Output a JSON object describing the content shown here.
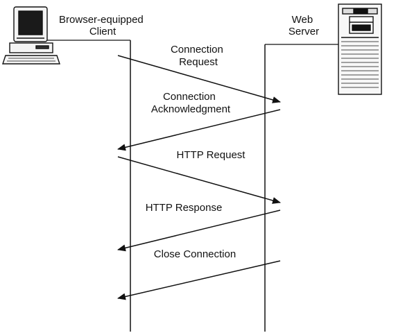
{
  "client": {
    "label_line1": "Browser-equipped",
    "label_line2": "Client",
    "icon": "desktop-computer-icon"
  },
  "server": {
    "label_line1": "Web",
    "label_line2": "Server",
    "icon": "tower-server-icon"
  },
  "messages": [
    {
      "label_line1": "Connection",
      "label_line2": "Request",
      "direction": "client-to-server"
    },
    {
      "label_line1": "Connection",
      "label_line2": "Acknowledgment",
      "direction": "server-to-client"
    },
    {
      "label_line1": "HTTP Request",
      "direction": "client-to-server"
    },
    {
      "label_line1": "HTTP Response",
      "direction": "server-to-client"
    },
    {
      "label_line1": "Close Connection",
      "direction": "server-to-client"
    }
  ],
  "colors": {
    "line": "#111111",
    "background": "#ffffff"
  }
}
